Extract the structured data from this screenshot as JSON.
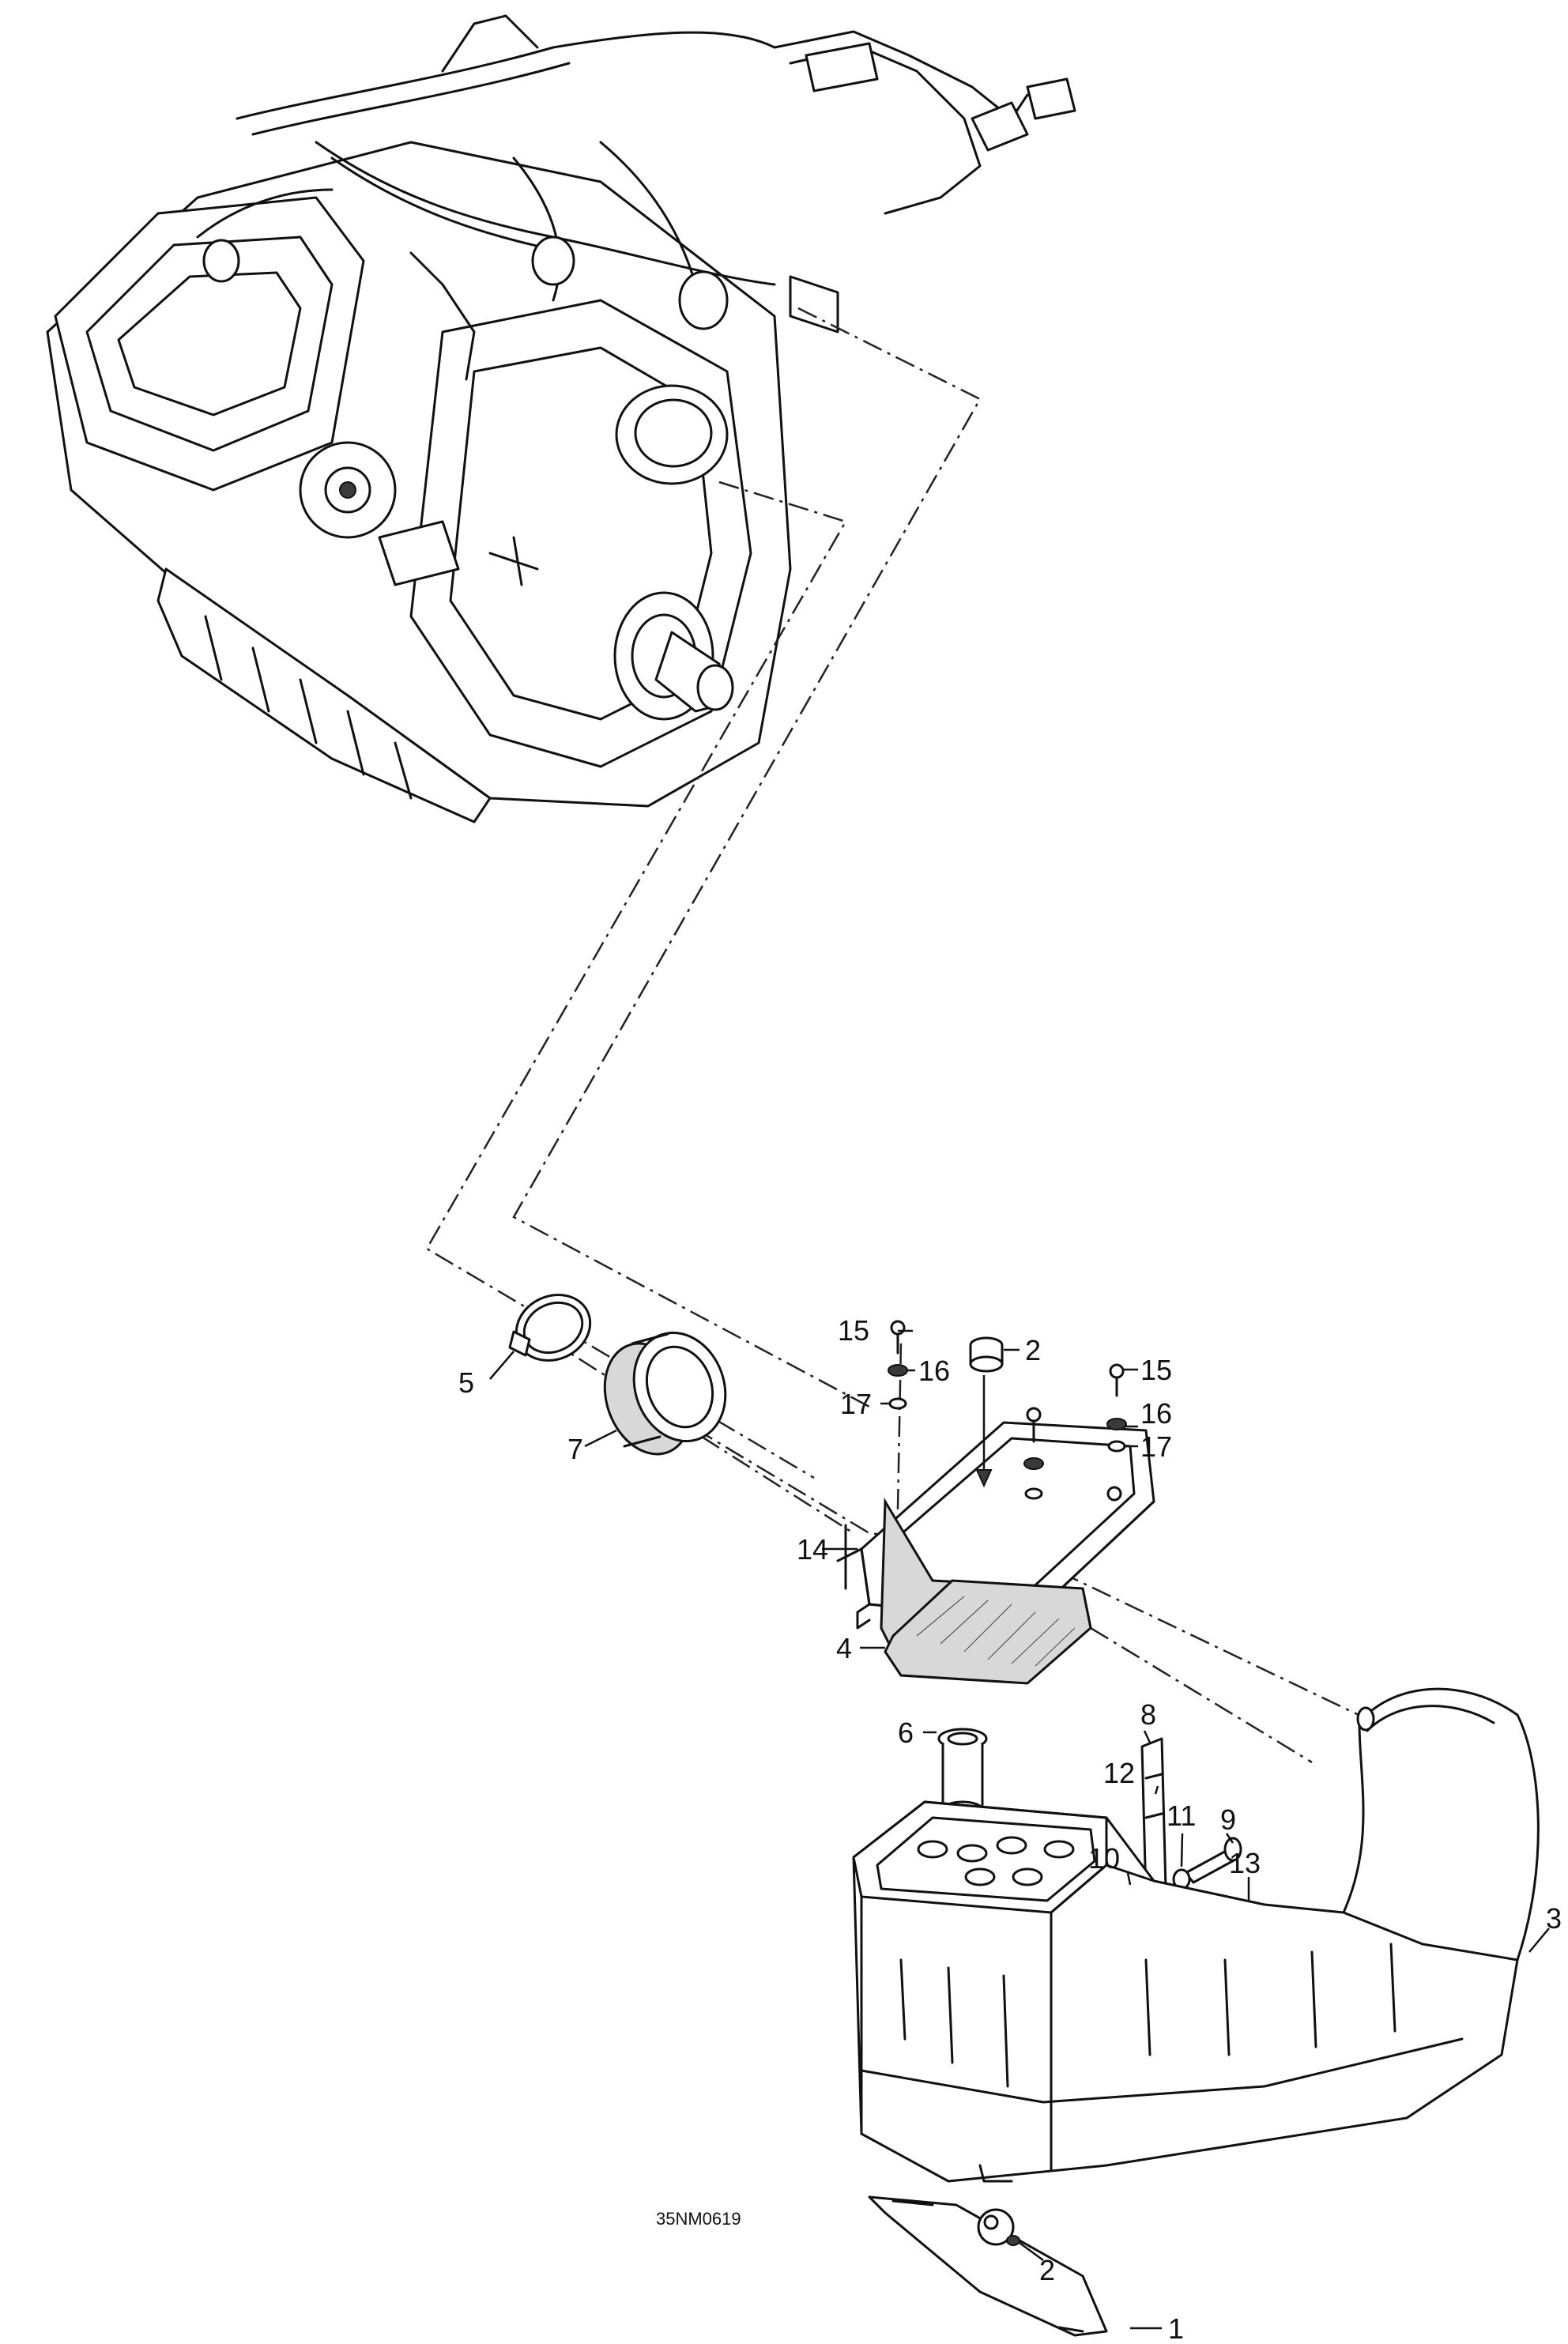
{
  "drawing_code": "35NM0619",
  "callouts": {
    "c1": "1",
    "c2_cap": "2",
    "c2_inset": "2",
    "c3": "3",
    "c4": "4",
    "c5": "5",
    "c6": "6",
    "c7": "7",
    "c8": "8",
    "c9": "9",
    "c10": "10",
    "c11": "11",
    "c12": "12",
    "c13": "13",
    "c14": "14",
    "c15a": "15",
    "c15b": "15",
    "c16a": "16",
    "c16b": "16",
    "c17a": "17",
    "c17b": "17"
  }
}
